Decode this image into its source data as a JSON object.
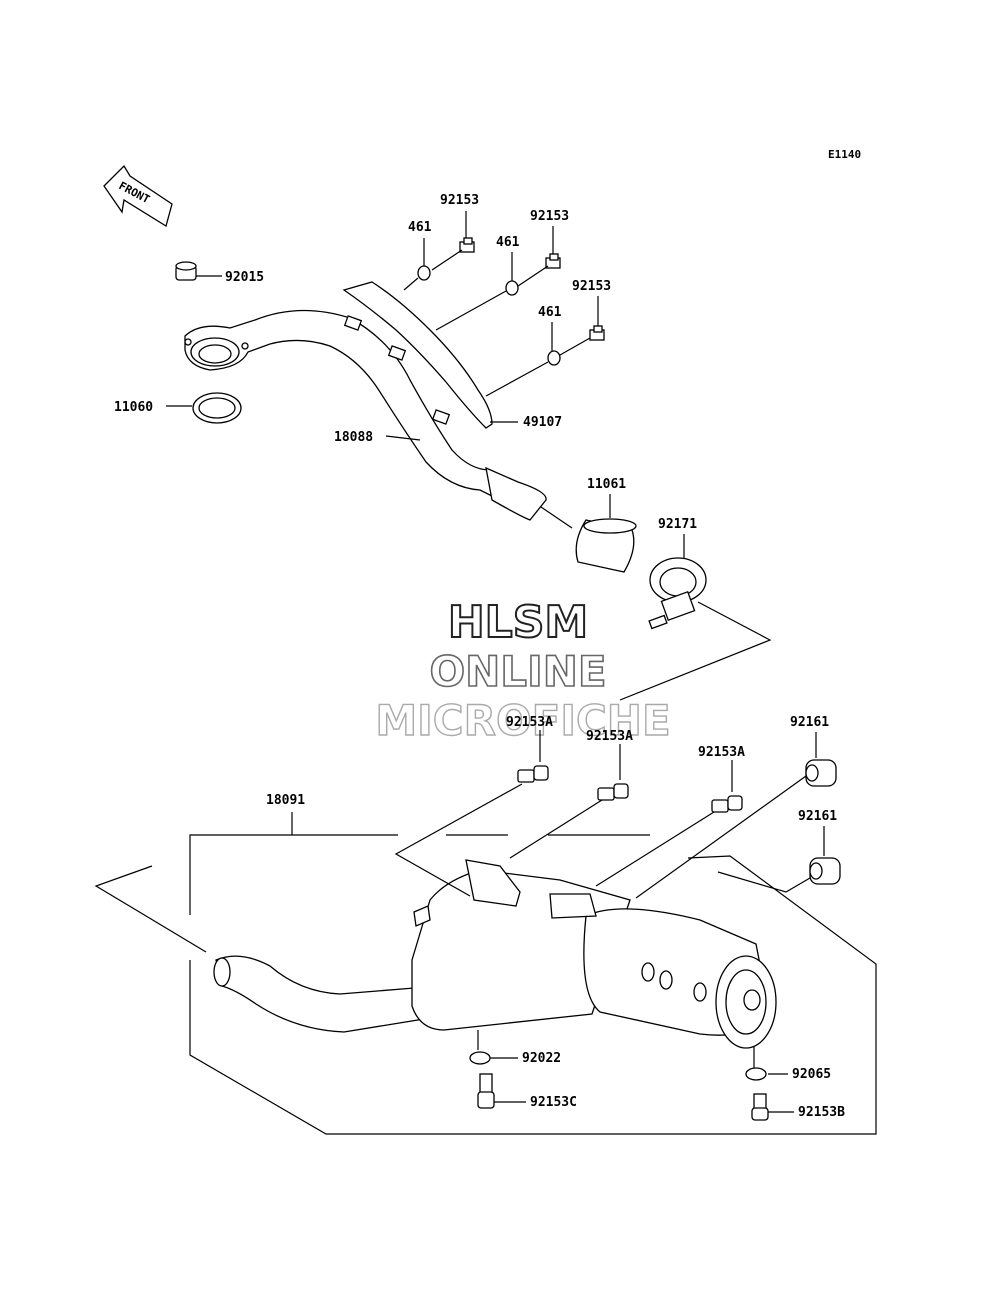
{
  "diagram_code": "E1140",
  "front_label": "FRONT",
  "watermark": {
    "line1": "HLSM",
    "line2": "ONLINE",
    "line3": "MICROFICHE"
  },
  "parts": {
    "p92015": "92015",
    "p11060": "11060",
    "p18088": "18088",
    "p461a": "461",
    "p461b": "461",
    "p461c": "461",
    "p92153a": "92153",
    "p92153b": "92153",
    "p92153c": "92153",
    "p49107": "49107",
    "p11061": "11061",
    "p92171": "92171",
    "p92153A1": "92153A",
    "p92153A2": "92153A",
    "p92153A3": "92153A",
    "p92161a": "92161",
    "p92161b": "92161",
    "p18091": "18091",
    "p92022": "92022",
    "p92153C": "92153C",
    "p92065": "92065",
    "p92153B": "92153B"
  }
}
